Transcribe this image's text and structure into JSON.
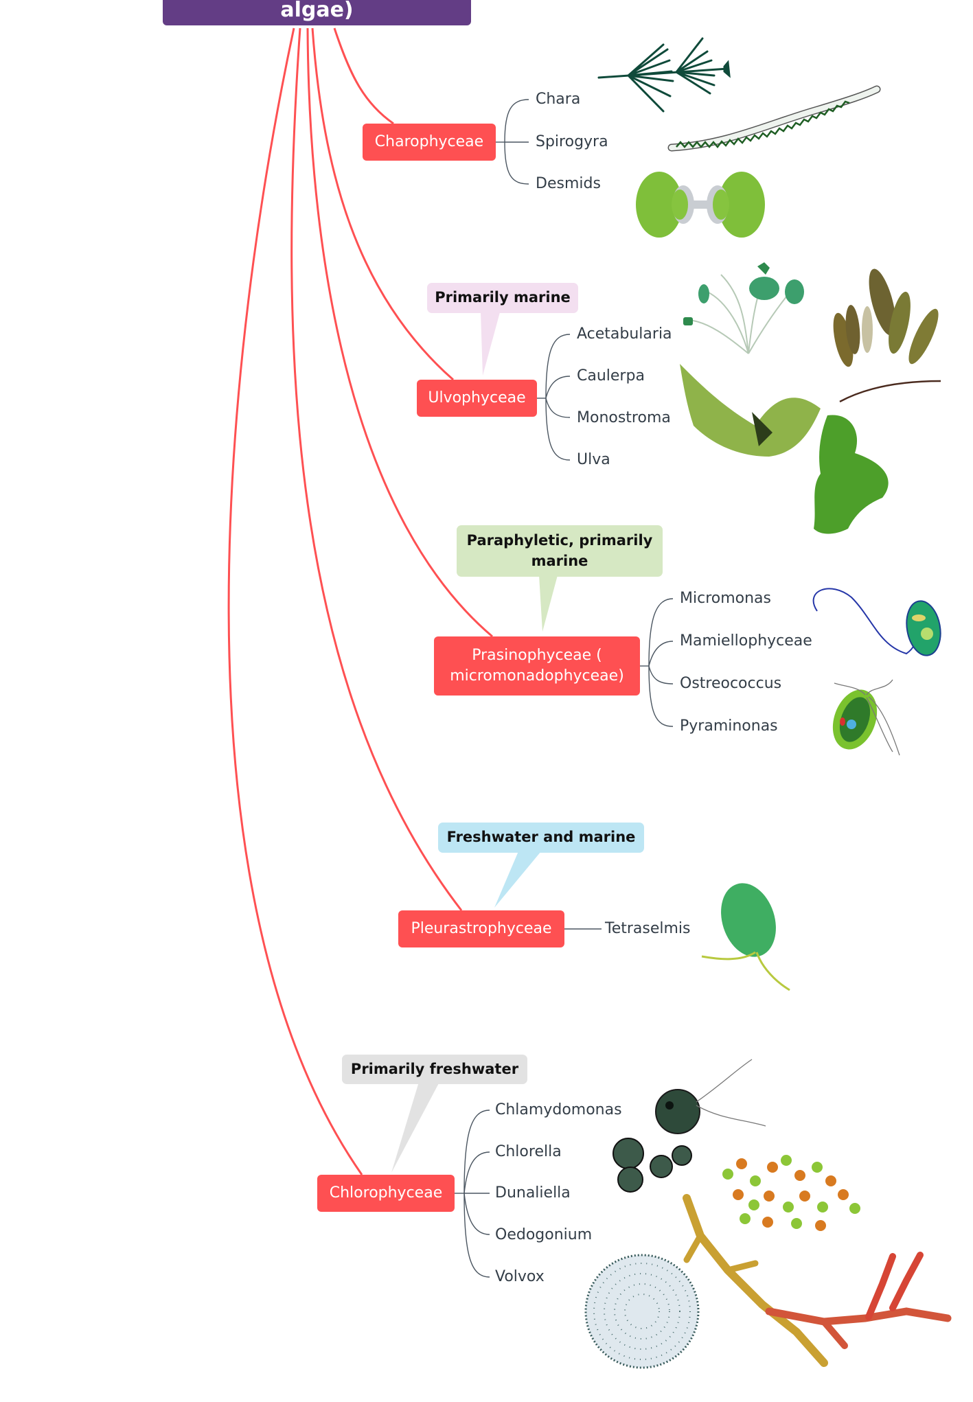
{
  "root": {
    "label": "algae)",
    "color": "#633d85"
  },
  "colors": {
    "branch_line": "#fe5052",
    "node_fill": "#fe5052",
    "leaf_line": "#4a5560",
    "leaf_text": "#333d47"
  },
  "classes": [
    {
      "label": "Charophyceae",
      "callout": null,
      "members": [
        "Chara",
        "Spirogyra",
        "Desmids"
      ]
    },
    {
      "label": "Ulvophyceae",
      "callout": {
        "text": "Primarily marine",
        "color": "#f3dff0"
      },
      "members": [
        "Acetabularia",
        "Caulerpa",
        "Monostroma",
        "Ulva"
      ]
    },
    {
      "label": "Prasinophyceae ( micromonadophyceae)",
      "callout": {
        "text": "Paraphyletic, primarily marine",
        "color": "#d6e8c3"
      },
      "members": [
        "Micromonas",
        "Mamiellophyceae",
        "Ostreococcus",
        "Pyraminonas"
      ]
    },
    {
      "label": "Pleurastrophyceae",
      "callout": {
        "text": "Freshwater and marine",
        "color": "#bde6f4"
      },
      "members": [
        "Tetraselmis"
      ]
    },
    {
      "label": "Chlorophyceae",
      "callout": {
        "text": "Primarily freshwater",
        "color": "#e2e2e2"
      },
      "members": [
        "Chlamydomonas",
        "Chlorella",
        "Dunaliella",
        "Oedogonium",
        "Volvox"
      ]
    }
  ],
  "illustrations": [
    "chara-illustration",
    "spirogyra-illustration",
    "desmid-illustration",
    "acetabularia-illustration",
    "caulerpa-illustration",
    "monostroma-illustration",
    "ulva-illustration",
    "micromonas-illustration",
    "pyraminonas-illustration",
    "tetraselmis-illustration",
    "chlamydomonas-illustration",
    "chlorella-illustration",
    "dunaliella-illustration",
    "oedogonium-illustration",
    "volvox-illustration"
  ]
}
